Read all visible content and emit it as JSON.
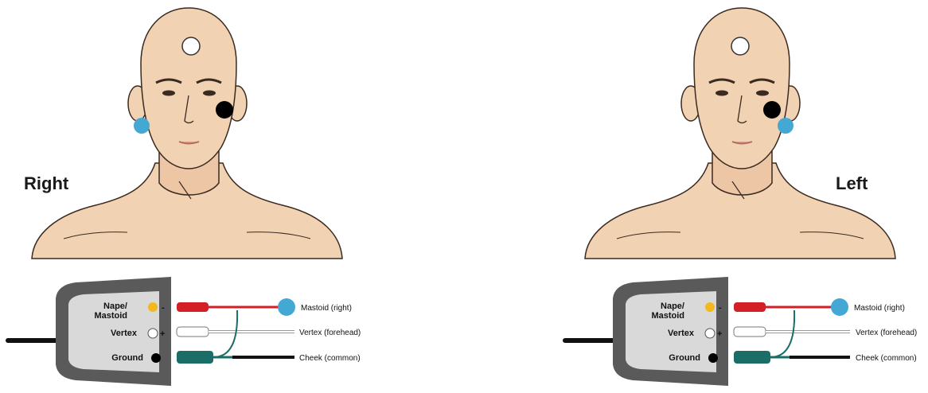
{
  "panels": [
    {
      "side_label": "Right",
      "box_labels": {
        "nape_mastoid": "Nape/\nMastoid",
        "vertex": "Vertex",
        "ground": "Ground"
      },
      "polarity": {
        "nape": "-",
        "vertex": "+"
      },
      "lead_labels": {
        "mastoid": "Mastoid (right)",
        "vertex": "Vertex (forehead)",
        "cheek": "Cheek (common)"
      }
    },
    {
      "side_label": "Left",
      "box_labels": {
        "nape_mastoid": "Nape/\nMastoid",
        "vertex": "Vertex",
        "ground": "Ground"
      },
      "polarity": {
        "nape": "-",
        "vertex": "+"
      },
      "lead_labels": {
        "mastoid": "Mastoid (right)",
        "vertex": "Vertex (forehead)",
        "cheek": "Cheek (common)"
      }
    }
  ],
  "colors": {
    "skin": "#f1d2b3",
    "outline": "#3a2a1f",
    "electrode_mastoid": "#44a8d4",
    "electrode_vertex": "#ffffff",
    "electrode_ground": "#000000",
    "electrode_nape": "#f2b81c",
    "lead_red": "#d31f26",
    "lead_white": "#ffffff",
    "lead_green": "#1b6e67",
    "lead_black": "#111111",
    "box_outer": "#5a5a5a",
    "box_inner": "#d9d9d9"
  }
}
